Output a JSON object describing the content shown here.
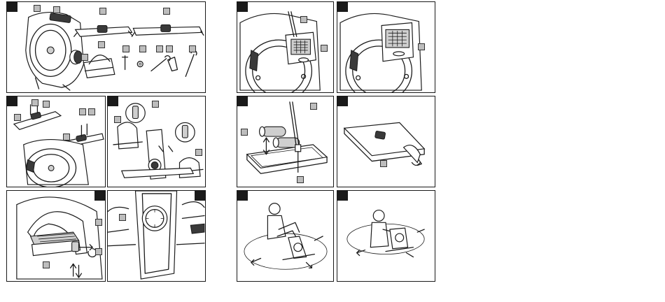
{
  "page": {
    "background": "#ffffff",
    "ink_color": "#1a1a1a",
    "callout_color": "#bdbdbd"
  },
  "panels": [
    {
      "id": 1,
      "subject": "parts-overview",
      "corner": "top-left"
    },
    {
      "id": 2,
      "subject": "console-battery",
      "corner": "top-left"
    },
    {
      "id": 3,
      "subject": "console-installed",
      "corner": "top-left"
    },
    {
      "id": 4,
      "subject": "stabilizer-mounting",
      "corner": "top-left"
    },
    {
      "id": 5,
      "subject": "pedal-mounting",
      "corner": "top-left"
    },
    {
      "id": 6,
      "subject": "console-battery-compartment",
      "corner": "top-left"
    },
    {
      "id": 7,
      "subject": "rear-stabilizer-leveler",
      "corner": "top-left"
    },
    {
      "id": 8,
      "subject": "pedal-strap-adjust",
      "corner": "top-right"
    },
    {
      "id": 9,
      "subject": "tension-knob",
      "corner": "top-right"
    },
    {
      "id": 10,
      "subject": "leg-exercise-use",
      "corner": "top-left"
    },
    {
      "id": 11,
      "subject": "arm-exercise-use",
      "corner": "top-left"
    }
  ]
}
